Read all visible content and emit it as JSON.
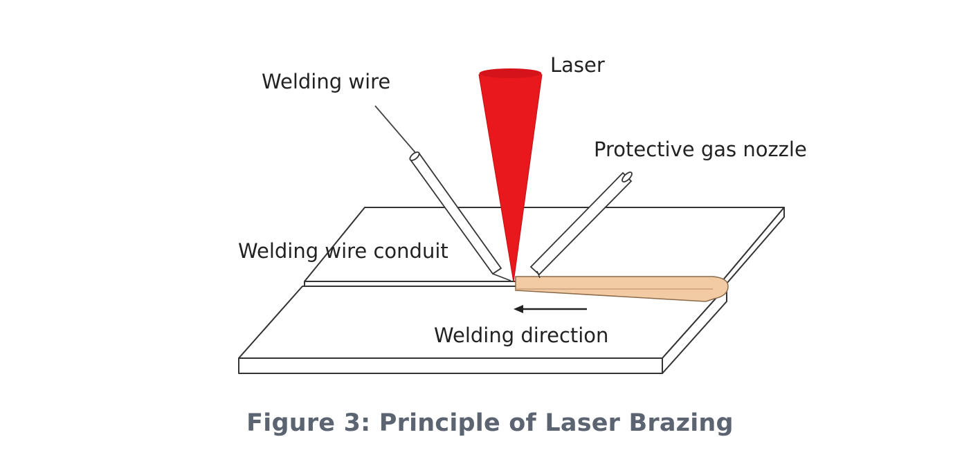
{
  "labels": {
    "welding_wire": "Welding wire",
    "laser": "Laser",
    "protective_gas_nozzle": "Protective gas nozzle",
    "welding_wire_conduit": "Welding wire conduit",
    "welding_direction": "Welding direction"
  },
  "caption": "Figure 3: Principle of Laser Brazing",
  "colors": {
    "laser": "#e8181c",
    "weld_bead": "#f2cba4",
    "outline": "#333333",
    "caption": "#5b6470"
  }
}
